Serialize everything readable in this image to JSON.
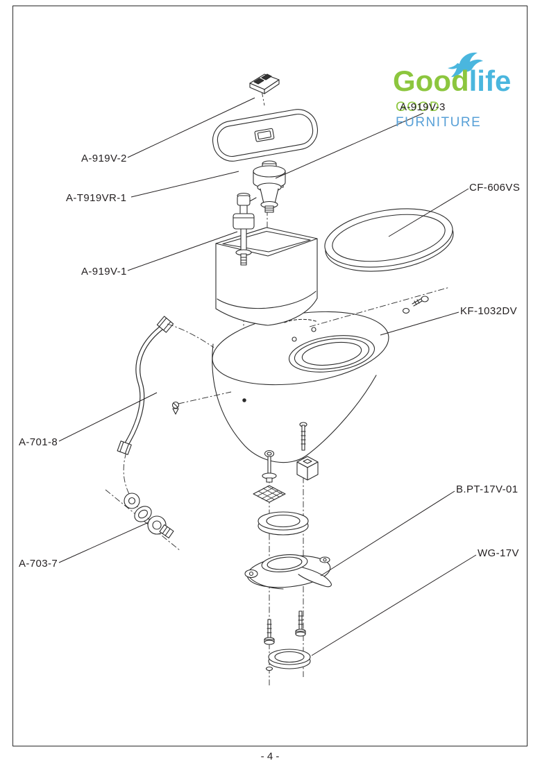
{
  "page": {
    "number": "- 4 -"
  },
  "logo": {
    "word_green": "Good",
    "word_blue": "life",
    "tagline_left": "GOOD",
    "tagline": "FURNITURE"
  },
  "colors": {
    "line": "#2a2a2a",
    "label_text": "#231f20",
    "logo_green": "#8CC63E",
    "logo_blue": "#4AB6DE",
    "tagline_blue": "#58A0D7"
  },
  "labels": [
    {
      "text": "A-919V-2",
      "part": "flush-button"
    },
    {
      "text": "A-T919VR-1",
      "part": "tank-lid"
    },
    {
      "text": "A-919V-1",
      "part": "fill-valve"
    },
    {
      "text": "A-919V-3",
      "part": "flush-valve"
    },
    {
      "text": "CF-606VS",
      "part": "toilet-seat"
    },
    {
      "text": "KF-1032DV",
      "part": "toilet-bowl"
    },
    {
      "text": "A-701-8",
      "part": "supply-hose"
    },
    {
      "text": "A-703-7",
      "part": "angle-valve"
    },
    {
      "text": "B.PT-17V-01",
      "part": "toilet-flange"
    },
    {
      "text": "WG-17V",
      "part": "wax-ring"
    }
  ]
}
